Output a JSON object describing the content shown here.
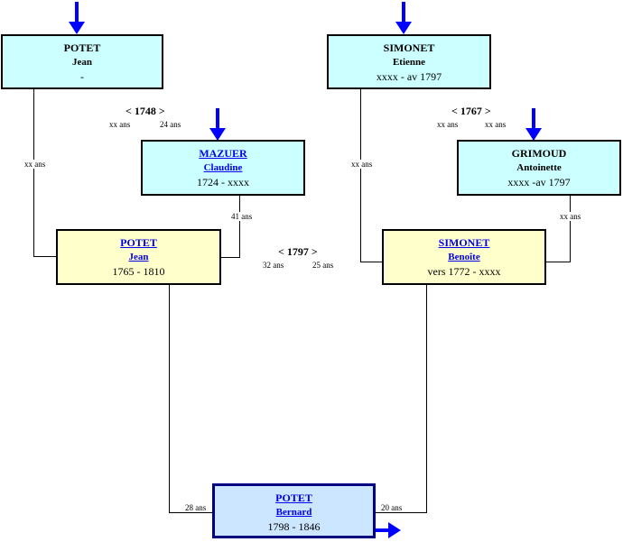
{
  "persons": {
    "potet_jean_gf": {
      "surname": "POTET",
      "given": "Jean",
      "dates": "-"
    },
    "simonet_etienne": {
      "surname": "SIMONET",
      "given": "Etienne",
      "dates": "xxxx - av 1797"
    },
    "mazuer_claudine": {
      "surname": "MAZUER",
      "given": "Claudine",
      "dates": "1724 - xxxx"
    },
    "grimoud_antoinette": {
      "surname": "GRIMOUD",
      "given": "Antoinette",
      "dates": "xxxx -av 1797"
    },
    "potet_jean_f": {
      "surname": "POTET",
      "given": "Jean",
      "dates": "1765 - 1810"
    },
    "simonet_benoite": {
      "surname": "SIMONET",
      "given": "Benoîte",
      "dates": "vers 1772 - xxxx"
    },
    "potet_bernard": {
      "surname": "POTET",
      "given": "Bernard",
      "dates": "1798 - 1846"
    }
  },
  "marriages": {
    "m1748": {
      "year": "< 1748 >",
      "age_husband": "xx ans",
      "age_wife": "24 ans"
    },
    "m1767": {
      "year": "< 1767 >",
      "age_husband": "xx ans",
      "age_wife": "xx ans"
    },
    "m1797": {
      "year": "< 1797 >",
      "age_husband": "32 ans",
      "age_wife": "25 ans"
    }
  },
  "ages": {
    "potet_gf_at_birth": "xx ans",
    "mazuer_at_birth": "41 ans",
    "simonet_etienne_at_birth": "xx ans",
    "grimoud_at_birth": "xx ans",
    "father_at_bernard_birth": "28 ans",
    "mother_at_bernard_birth": "20 ans"
  },
  "colors": {
    "arrow": "#0000ff",
    "cyan_box": "#ccffff",
    "yellow_box": "#ffffcc",
    "focus_box": "#cce6ff",
    "link": "#0000ee"
  }
}
